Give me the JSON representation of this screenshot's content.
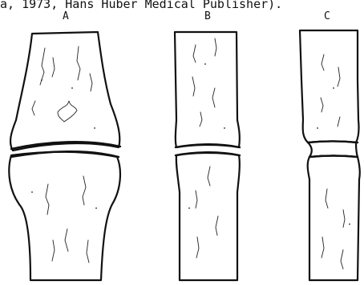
{
  "caption_fragment": "a, 1973, Hans Huber Medical Publisher).",
  "panels": [
    {
      "label": "A"
    },
    {
      "label": "B"
    },
    {
      "label": "C"
    }
  ],
  "colors": {
    "ink": "#111111",
    "paper": "#ffffff"
  }
}
